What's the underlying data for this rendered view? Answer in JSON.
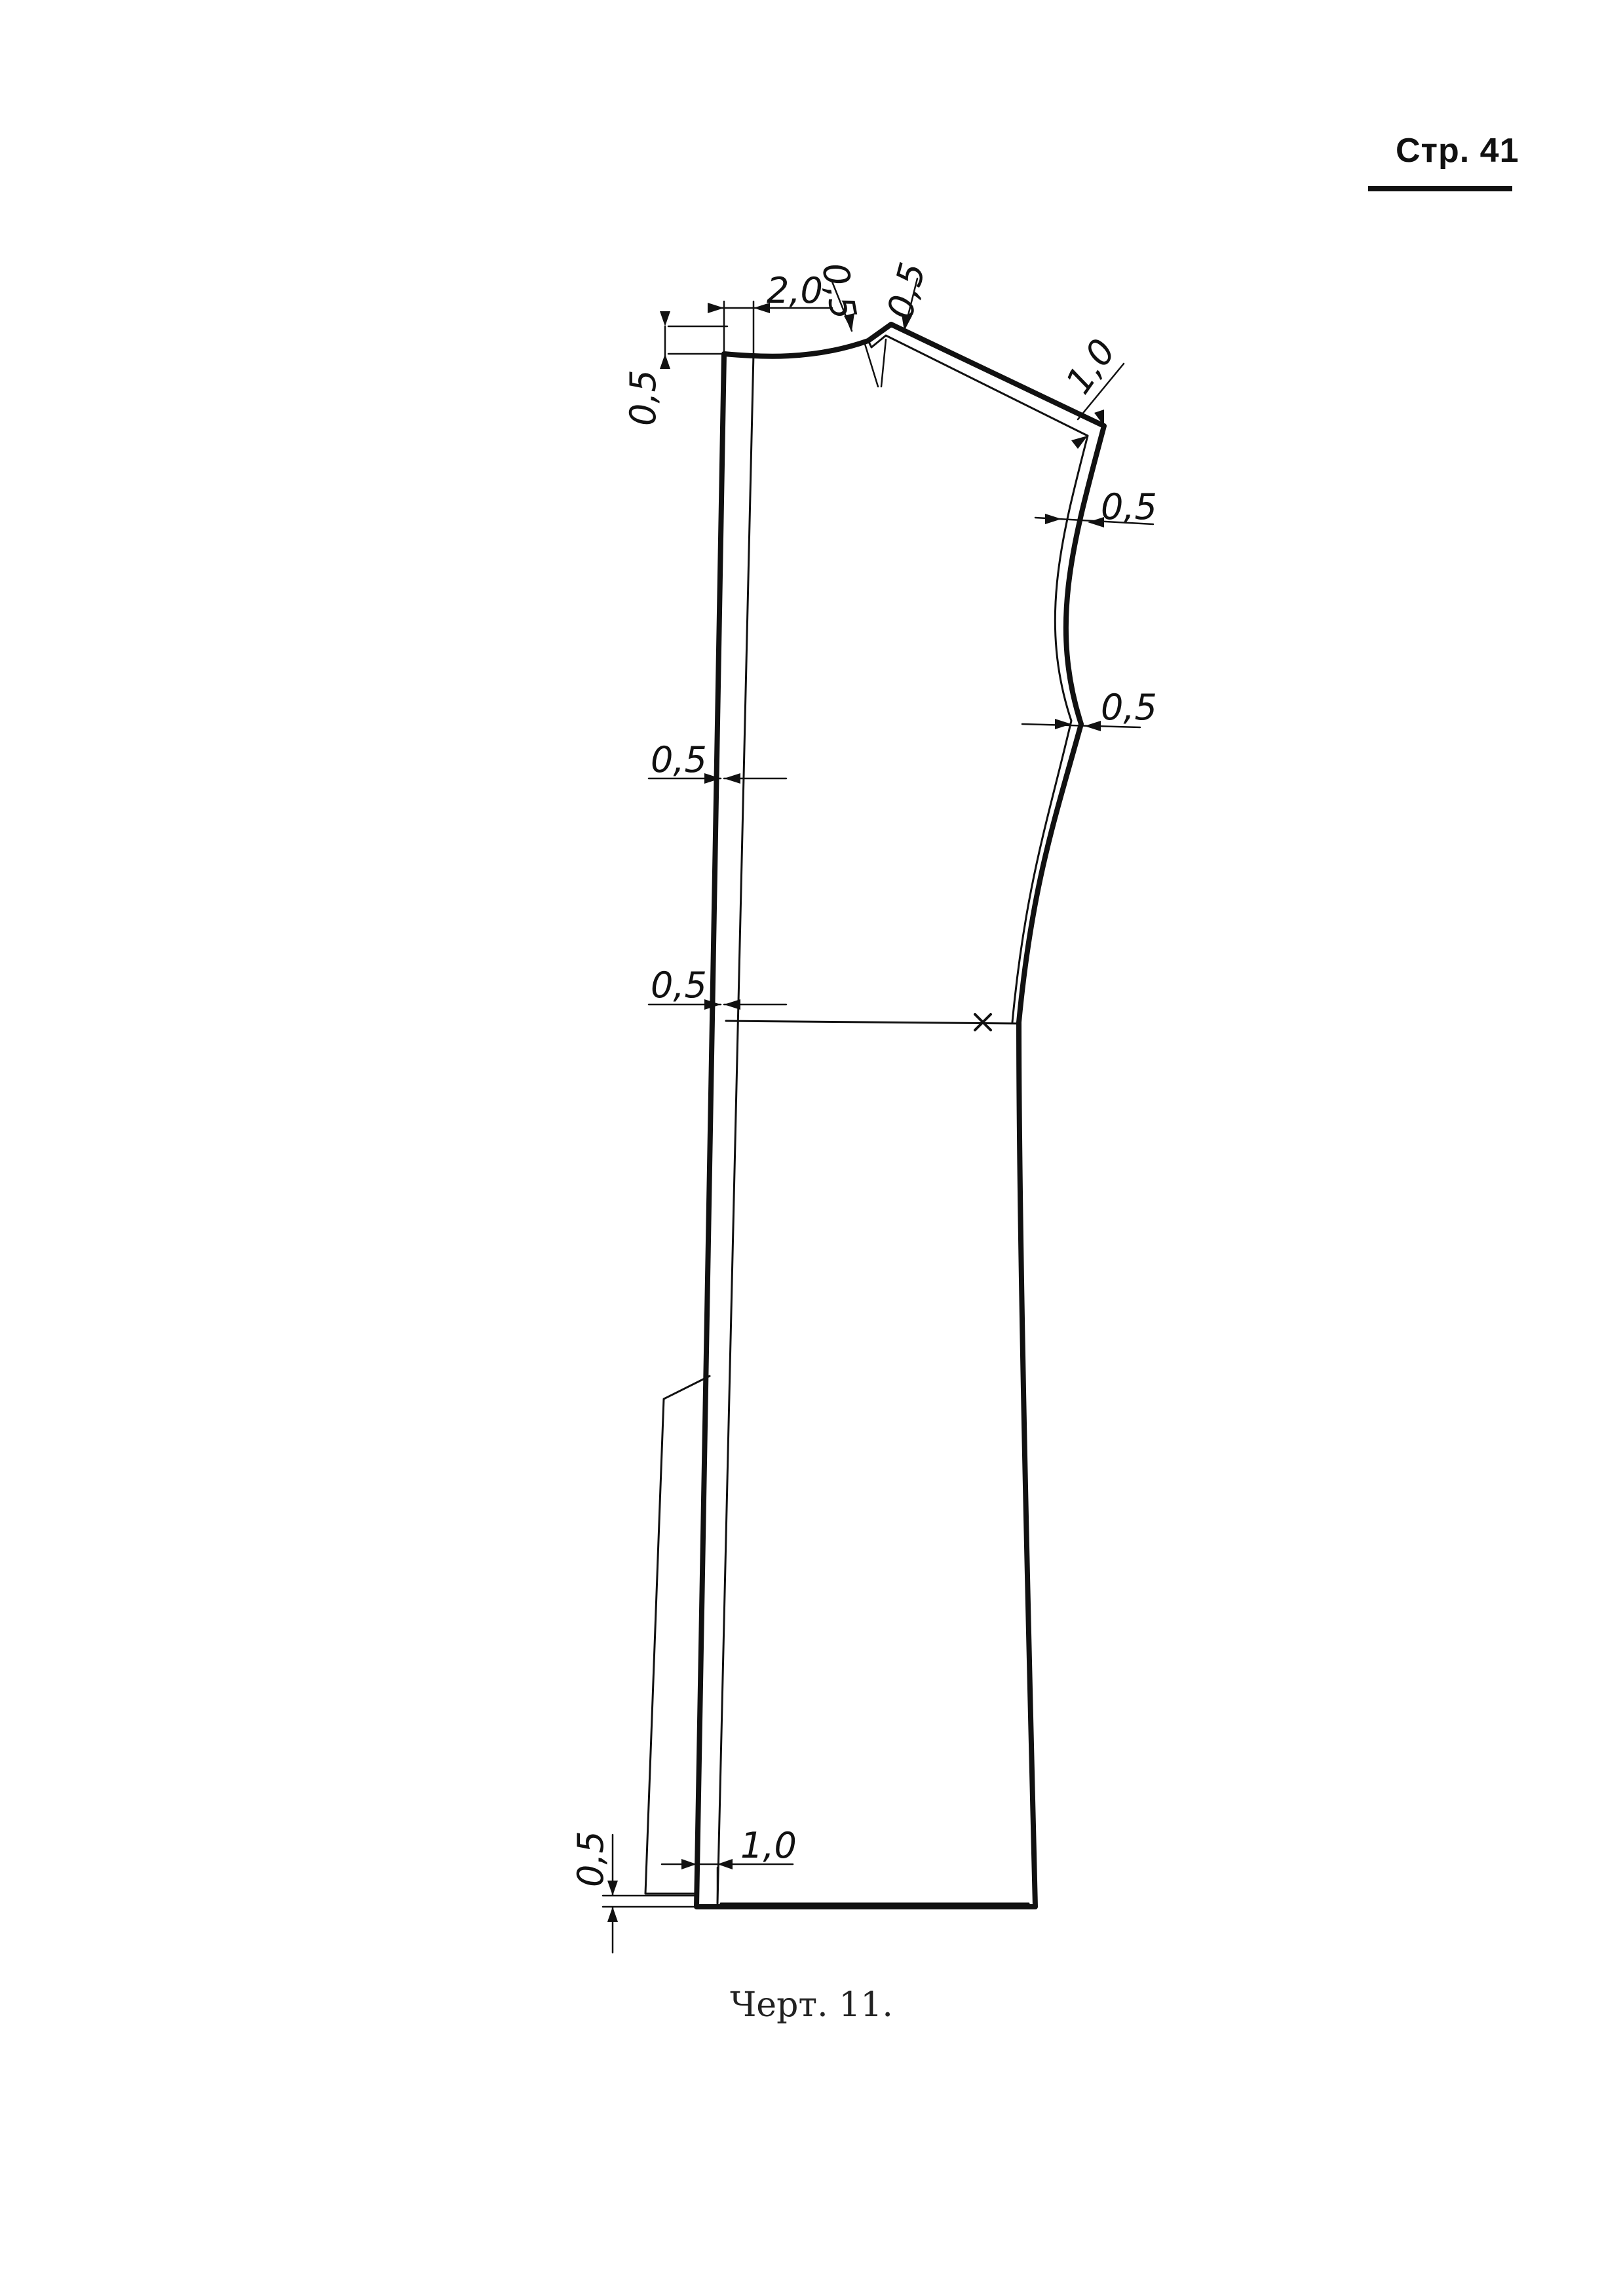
{
  "page": {
    "number_label": "Стр. 41",
    "caption": "Черт. 11."
  },
  "dimensions": {
    "neck_width": "2,0",
    "neck_left_depth": "0,5",
    "neck_notch_left": "0,5",
    "neck_notch_right": "0,5",
    "shoulder_end": "1,0",
    "armhole_upper": "0,5",
    "armhole_lower": "0,5",
    "front_edge_upper": "0,5",
    "front_edge_waist": "0,5",
    "hem_depth": "0,5",
    "hem_edge": "1,0"
  },
  "colors": {
    "ink": "#111111",
    "paper": "#ffffff"
  }
}
